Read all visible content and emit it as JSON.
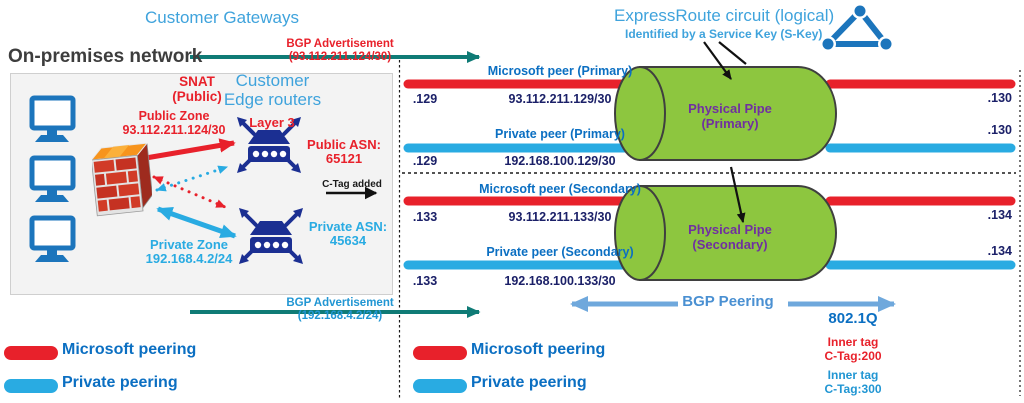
{
  "titles": {
    "customer_gateways": "Customer Gateways",
    "on_premises": "On-premises network",
    "expressroute": "ExpressRoute circuit (logical)",
    "service_key": "Identified by a Service Key (S-Key)"
  },
  "on_prem": {
    "snat_line1": "SNAT",
    "snat_line2": "(Public)",
    "edge_line1": "Customer",
    "edge_line2": "Edge routers",
    "public_zone_line1": "Public Zone",
    "public_zone_line2": "93.112.211.124/30",
    "layer3": "Layer 3",
    "public_asn_line1": "Public ASN:",
    "public_asn_line2": "65121",
    "private_asn_line1": "Private ASN:",
    "private_asn_line2": "45634",
    "private_zone_line1": "Private Zone",
    "private_zone_line2": "192.168.4.2/24",
    "ctag_added": "C-Tag added"
  },
  "advertisements": {
    "top_line1": "BGP Advertisement",
    "top_line2": "(93.112.211.124/30)",
    "bottom_line1": "BGP Advertisement",
    "bottom_line2": "(192.168.4.2/24)"
  },
  "peers": [
    {
      "label": "Microsoft peer (Primary)",
      "left_ip": ".129",
      "subnet": "93.112.211.129/30",
      "right_ip": ".130"
    },
    {
      "label": "Private peer (Primary)",
      "left_ip": ".129",
      "subnet": "192.168.100.129/30",
      "right_ip": ".130"
    },
    {
      "label": "Microsoft peer (Secondary)",
      "left_ip": ".133",
      "subnet": "93.112.211.133/30",
      "right_ip": ".134"
    },
    {
      "label": "Private peer (Secondary)",
      "left_ip": ".133",
      "subnet": "192.168.100.133/30",
      "right_ip": ".134"
    }
  ],
  "pipes": [
    {
      "line1": "Physical Pipe",
      "line2": "(Primary)"
    },
    {
      "line1": "Physical Pipe",
      "line2": "(Secondary)"
    }
  ],
  "bgp_peering": "BGP Peering",
  "tagging": {
    "dot1q": "802.1Q",
    "microsoft_tag_line1": "Inner tag",
    "microsoft_tag_line2": "C-Tag:200",
    "private_tag_line1": "Inner tag",
    "private_tag_line2": "C-Tag:300"
  },
  "legend": {
    "microsoft": "Microsoft peering",
    "private": "Private peering"
  },
  "colors": {
    "microsoft_peering_red": "#E8212B",
    "private_peering_blue": "#29ABE2",
    "pipe_green": "#8DC63F",
    "teal_arrow": "#0F7B76",
    "title_blue": "#3FA3DC",
    "peer_label_blue": "#0B6FC2",
    "ip_navy": "#1B2068",
    "pipe_text_purple": "#7030A0",
    "router_navy": "#1B2F92",
    "monitor_blue": "#1C75BC",
    "bgp_arrow_blue": "#6FA8DC"
  }
}
